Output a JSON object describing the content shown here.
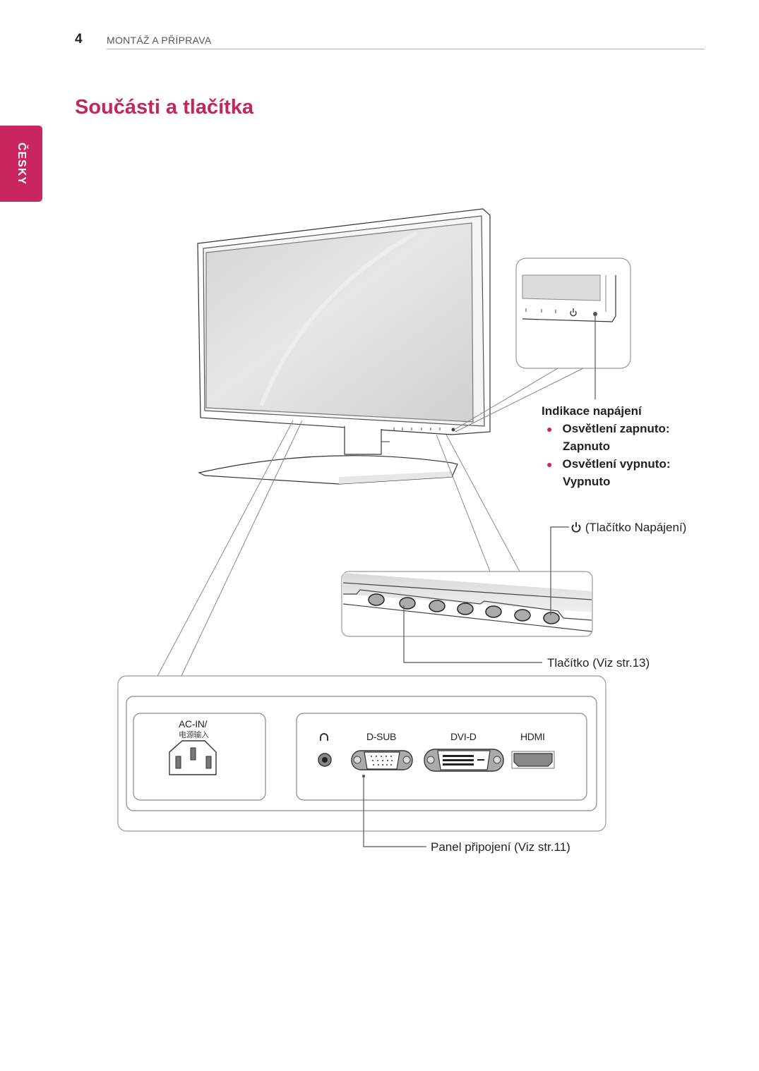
{
  "header": {
    "page_number": "4",
    "section": "MONTÁŽ A PŘÍPRAVA"
  },
  "language_tab": "ČESKY",
  "title": "Součásti a tlačítka",
  "callouts": {
    "power_indicator": {
      "heading": "Indikace napájení",
      "items": [
        {
          "label": "Osvětlení zapnuto:",
          "value": "Zapnuto"
        },
        {
          "label": "Osvětlení vypnuto:",
          "value": "Vypnuto"
        }
      ]
    },
    "power_button": "(Tlačítko Napájení)",
    "buttons": "Tlačítko (Viz str.13)",
    "connection_panel": "Panel připojení (Viz str.11)"
  },
  "ports": {
    "ac_in": "AC-IN/",
    "ac_in_cn": "电源输入",
    "headphone_icon": "headphone-icon",
    "dsub": "D-SUB",
    "dvi": "DVI-D",
    "hdmi": "HDMI"
  },
  "icons": {
    "power": "power-icon"
  },
  "colors": {
    "accent": "#c92661",
    "title": "#c0275d",
    "text": "#231f20"
  }
}
